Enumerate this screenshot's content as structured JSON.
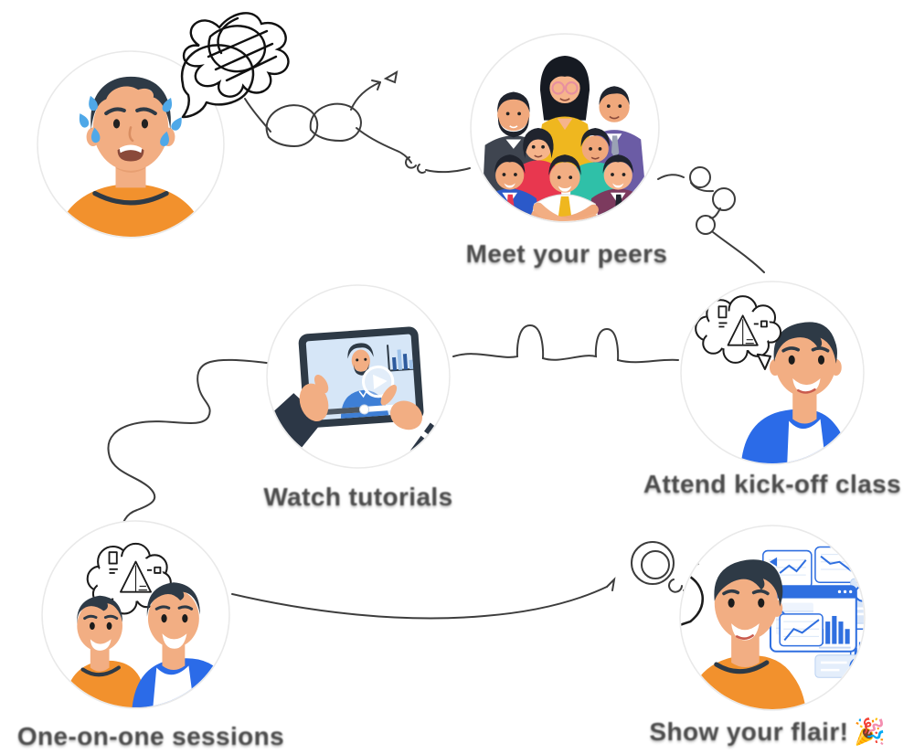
{
  "steps": [
    {
      "key": "frustrated-start",
      "label": "",
      "icon": "crying-stressed-man"
    },
    {
      "key": "meet-your-peers",
      "label": "Meet your peers",
      "icon": "group-of-people"
    },
    {
      "key": "watch-tutorials",
      "label": "Watch tutorials",
      "icon": "hands-holding-tablet-video"
    },
    {
      "key": "attend-kick-off-class",
      "label": "Attend kick-off class",
      "icon": "man-with-idea-thought-bubble"
    },
    {
      "key": "one-on-one-sessions",
      "label": "One-on-one sessions",
      "icon": "two-people-discussing-idea"
    },
    {
      "key": "show-your-flair",
      "label": "Show your flair!",
      "emoji": "🎉",
      "icon": "man-presenting-dashboards"
    }
  ],
  "palette": {
    "background": "#ffffff",
    "doodle_line": "#3d3d3d",
    "scribble_black": "#101010",
    "label_text": "#4d4d4d",
    "orange_shirt": "#F2912D",
    "skin": "#F2AE83",
    "hair_dark": "#2E3A46",
    "blue_jacket": "#2B6BE8",
    "chart_blue": "#2F6FE0",
    "tablet_screen": "#D6E6F7",
    "tear_blue": "#4FA8E8",
    "yellow_top": "#EFB71F",
    "red_top": "#E8374F",
    "teal_shirt": "#2FC0A8",
    "maroon_suit": "#7C3A5E",
    "dark_suit": "#3F4550",
    "blue_suit": "#2B59C9",
    "purple_suit": "#6B5CA5"
  }
}
